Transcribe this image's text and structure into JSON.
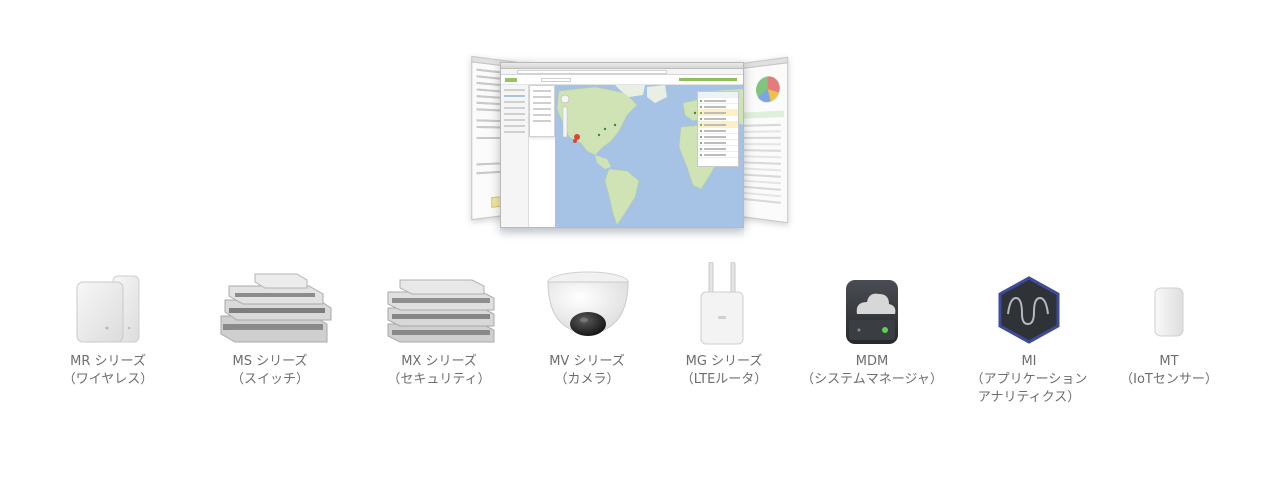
{
  "products": [
    {
      "id": "mr",
      "name": "MR シリーズ",
      "sub": "（ワイヤレス）",
      "sub2": ""
    },
    {
      "id": "ms",
      "name": "MS シリーズ",
      "sub": "（スイッチ）",
      "sub2": ""
    },
    {
      "id": "mx",
      "name": "MX シリーズ",
      "sub": "（セキュリティ）",
      "sub2": ""
    },
    {
      "id": "mv",
      "name": "MV シリーズ",
      "sub": "（カメラ）",
      "sub2": ""
    },
    {
      "id": "mg",
      "name": "MG シリーズ",
      "sub": "（LTEルータ）",
      "sub2": ""
    },
    {
      "id": "mdm",
      "name": "MDM",
      "sub": "（システムマネージャ）",
      "sub2": ""
    },
    {
      "id": "mi",
      "name": "MI",
      "sub": "（アプリケーション",
      "sub2": "アナリティクス）"
    },
    {
      "id": "mt",
      "name": "MT",
      "sub": "（IoTセンサー）",
      "sub2": ""
    }
  ],
  "icons": {
    "mr": "access-point-icon",
    "ms": "switch-stack-icon",
    "mx": "security-appliance-icon",
    "mv": "dome-camera-icon",
    "mg": "lte-router-icon",
    "mdm": "cloud-manager-icon",
    "mi": "analytics-hexagon-icon",
    "mt": "iot-sensor-icon"
  },
  "colors": {
    "label": "#6e6e6e",
    "map_ocean": "#a6c3e6",
    "map_land": "#cfe3b4",
    "mdm_dark": "#2f3237",
    "mi_blue": "#3e4a9a",
    "status_green": "#5cd14b"
  }
}
